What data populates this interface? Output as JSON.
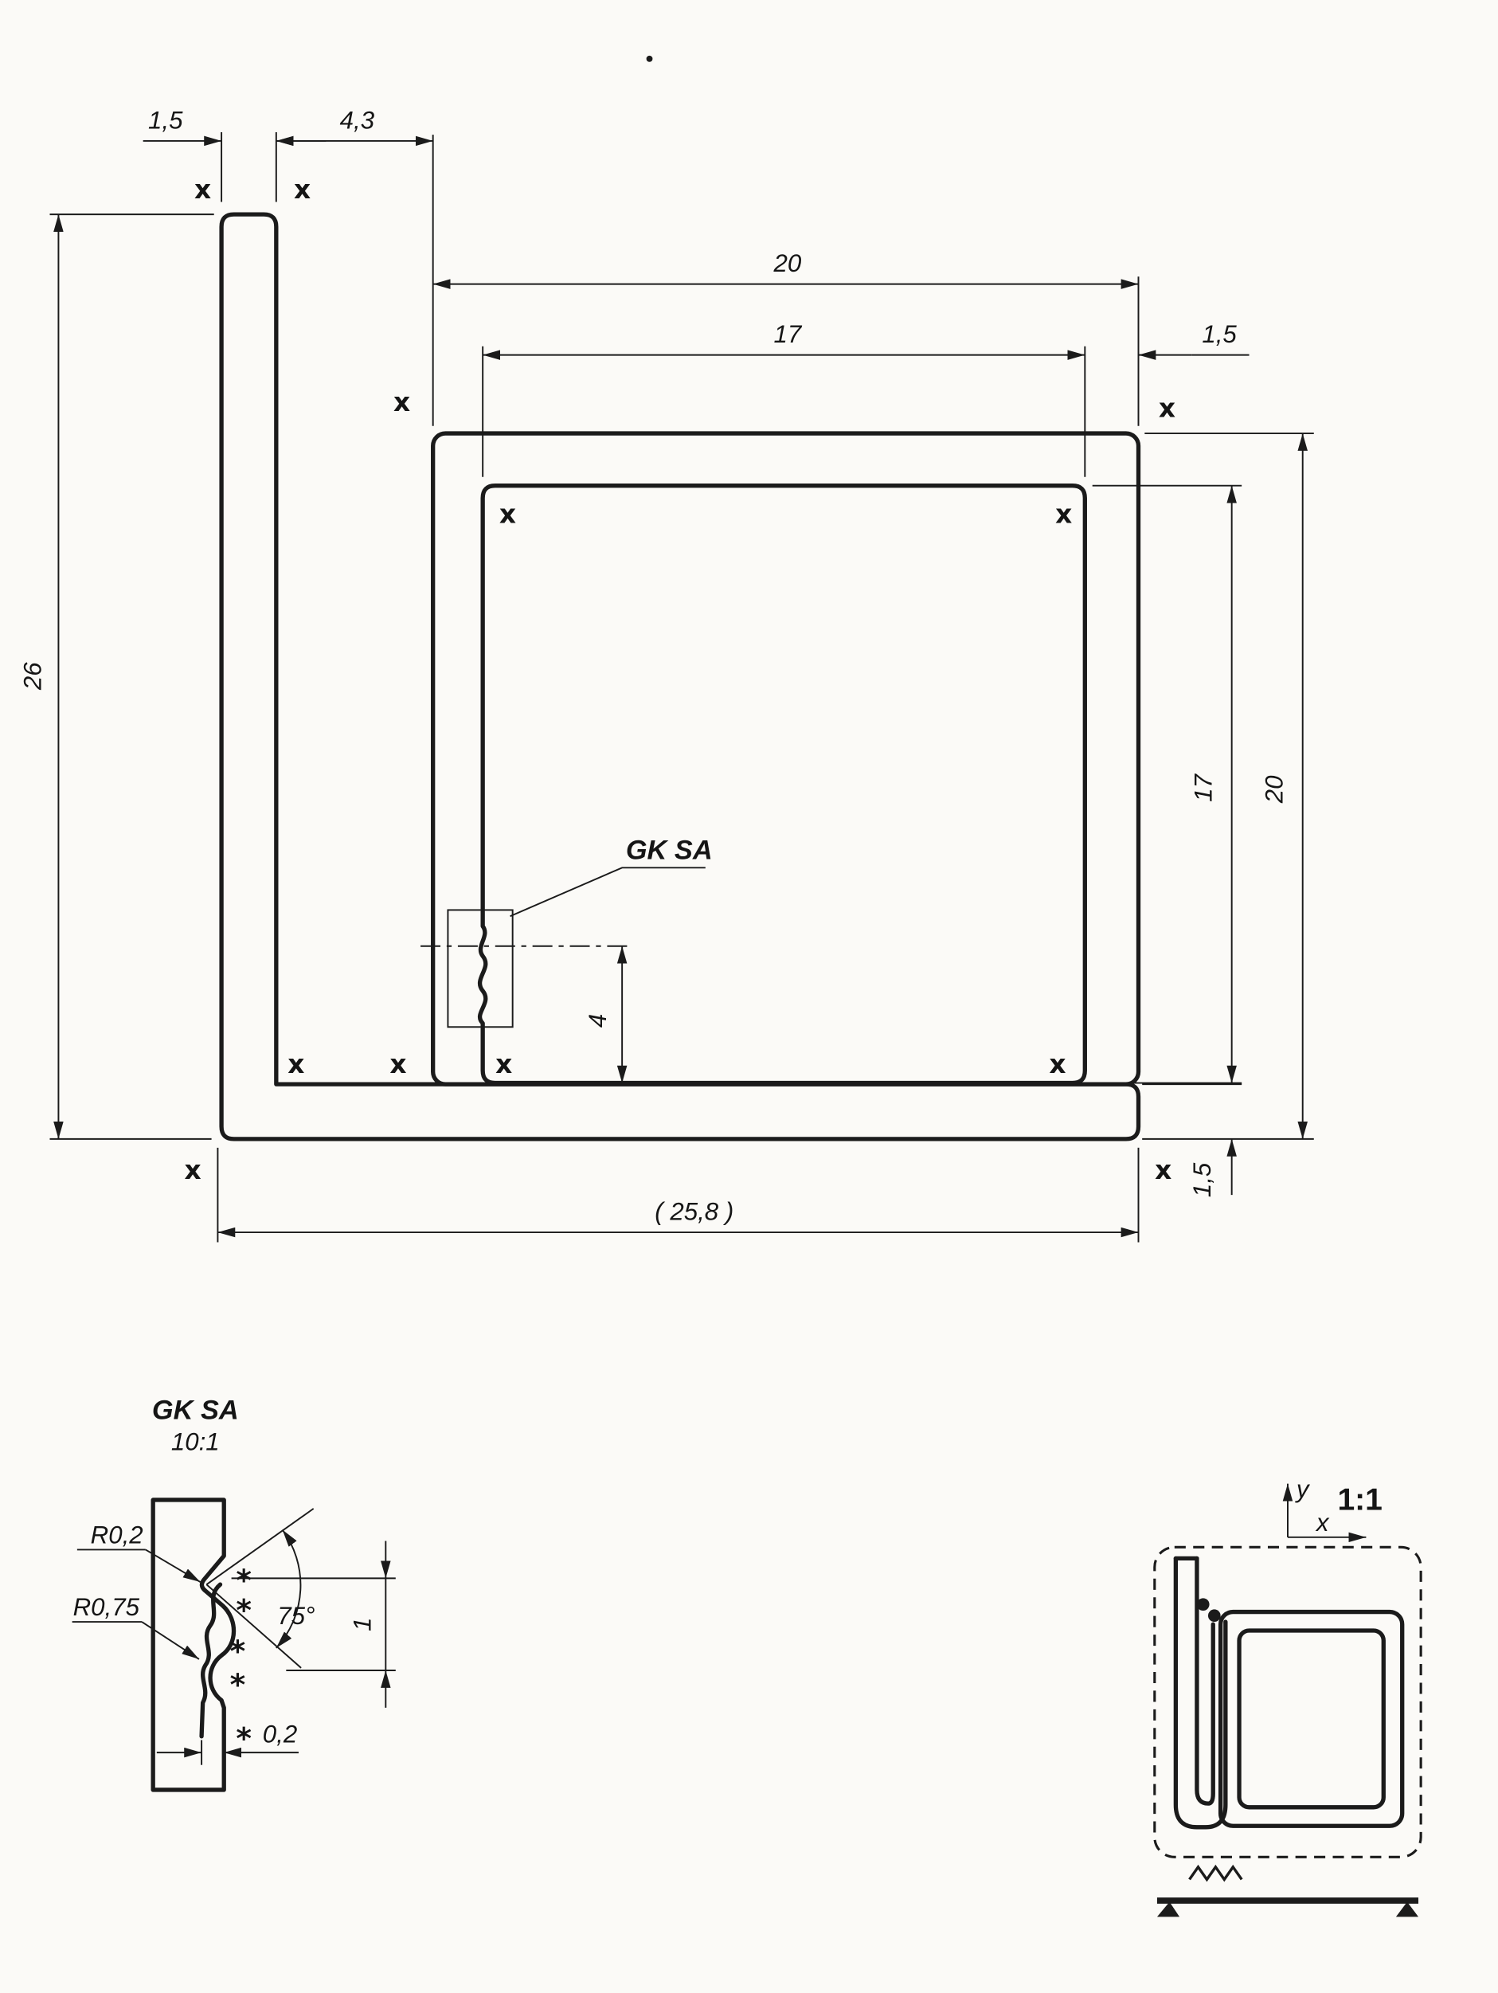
{
  "colors": {
    "ink": "#1b1b1b",
    "paper": "#fbfaf7"
  },
  "marks": {
    "x": "x"
  },
  "main": {
    "joint_label": "GK SA",
    "dims": {
      "strip_width": "1,5",
      "gap": "4,3",
      "outer_width": "20",
      "inner_width": "17",
      "wall_right_top": "1,5",
      "height_total": "26",
      "inner_height": "17",
      "outer_height": "20",
      "wall_bottom": "1,5",
      "total_width": "( 25,8 )",
      "joint_offset": "4"
    }
  },
  "detail": {
    "title": "GK SA",
    "scale": "10:1",
    "r_small": "R0,2",
    "r_large": "R0,75",
    "angle": "75°",
    "depth": "1",
    "offset": "0,2",
    "surface_mark": "*"
  },
  "section": {
    "scale": "1:1",
    "axis_y": "y",
    "axis_x": "x"
  }
}
